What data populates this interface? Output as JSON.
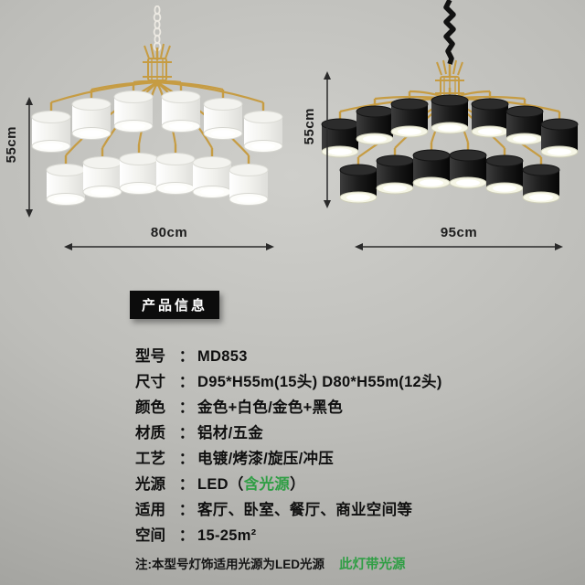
{
  "scene": {
    "left_fixture": {
      "name": "gold-white-chandelier",
      "height_label": "55cm",
      "width_label": "80cm"
    },
    "right_fixture": {
      "name": "gold-black-chandelier",
      "height_label": "55cm",
      "width_label": "95cm"
    }
  },
  "product_info": {
    "section_title": "产品信息",
    "colon": "：",
    "rows": [
      {
        "label": "型号",
        "value": "MD853"
      },
      {
        "label": "尺寸",
        "value": "D95*H55m(15头)  D80*H55m(12头)"
      },
      {
        "label": "颜色",
        "value": "金色+白色/金色+黑色"
      },
      {
        "label": "材质",
        "value": "铝材/五金"
      },
      {
        "label": "工艺",
        "value": "电镀/烤漆/旋压/冲压"
      },
      {
        "label": "光源",
        "value_prefix": "LED（",
        "value_highlight": "含光源",
        "value_suffix": "）"
      },
      {
        "label": "适用",
        "value": "客厅、卧室、餐厅、商业空间等"
      },
      {
        "label": "空间",
        "value": "15-25m²"
      }
    ],
    "note": {
      "text": "注:本型号灯饰适用光源为LED光源",
      "highlight": "此灯带光源"
    }
  },
  "colors": {
    "gold": "#c69c43",
    "highlight_green": "#2f9e44",
    "badge_bg": "#0c0c0c"
  }
}
